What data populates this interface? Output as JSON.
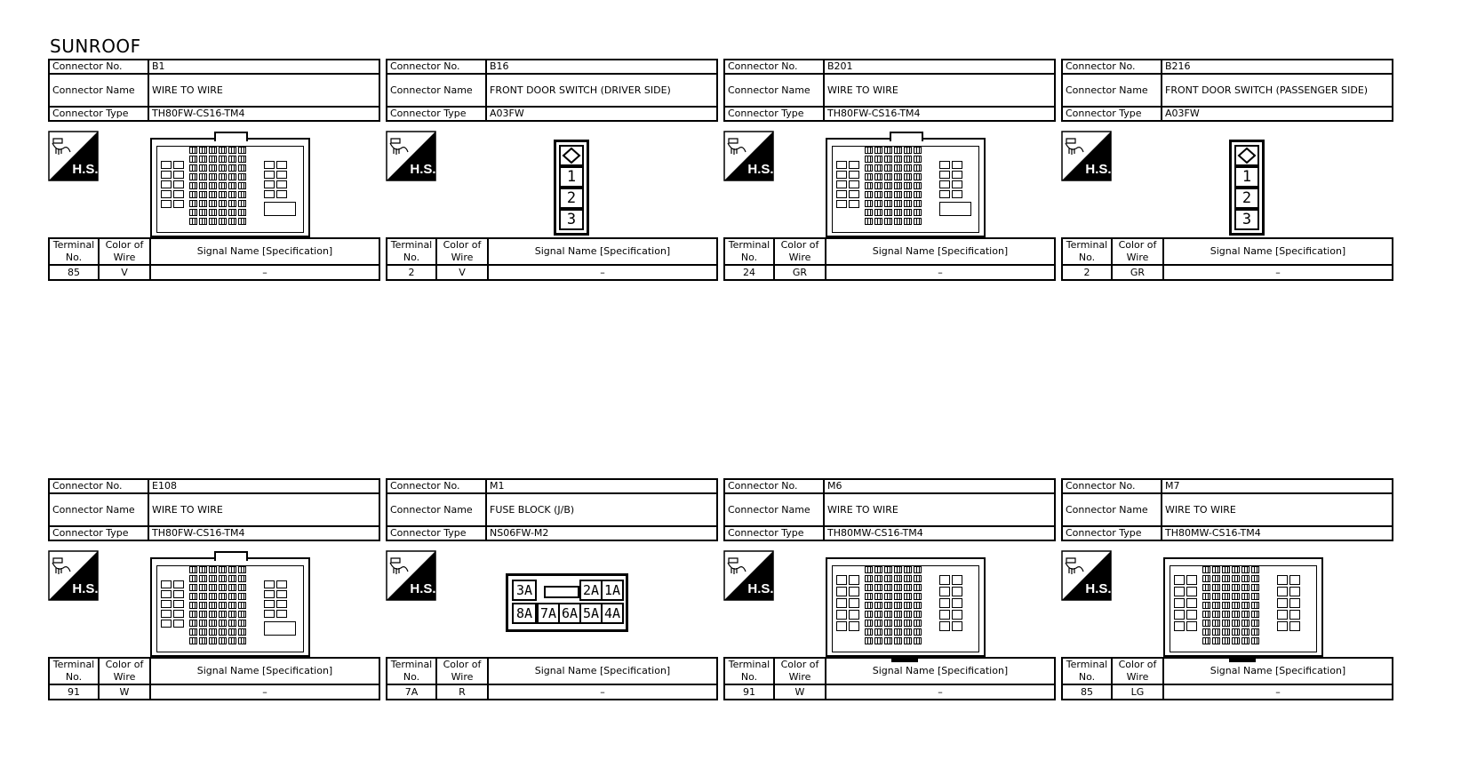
{
  "page": {
    "title": "SUNROOF"
  },
  "labels": {
    "connector_no": "Connector No.",
    "connector_name": "Connector Name",
    "connector_type": "Connector Type",
    "terminal_no": "Terminal No.",
    "color_of_wire": "Color of Wire",
    "signal_name": "Signal Name [Specification]",
    "hs_icon": "H.S."
  },
  "connectors": [
    {
      "no": "B1",
      "name": "WIRE TO WIRE",
      "type": "TH80FW-CS16-TM4",
      "diagram": "big-female",
      "terminal": {
        "no": "85",
        "color": "V",
        "signal": "–"
      }
    },
    {
      "no": "B16",
      "name": "FRONT DOOR SWITCH (DRIVER SIDE)",
      "type": "A03FW",
      "diagram": "slim-3",
      "terminal": {
        "no": "2",
        "color": "V",
        "signal": "–"
      }
    },
    {
      "no": "B201",
      "name": "WIRE TO WIRE",
      "type": "TH80FW-CS16-TM4",
      "diagram": "big-female",
      "terminal": {
        "no": "24",
        "color": "GR",
        "signal": "–"
      }
    },
    {
      "no": "B216",
      "name": "FRONT DOOR SWITCH (PASSENGER SIDE)",
      "type": "A03FW",
      "diagram": "slim-3",
      "terminal": {
        "no": "2",
        "color": "GR",
        "signal": "–"
      }
    },
    {
      "no": "E108",
      "name": "WIRE TO WIRE",
      "type": "TH80FW-CS16-TM4",
      "diagram": "big-female",
      "terminal": {
        "no": "91",
        "color": "W",
        "signal": "–"
      }
    },
    {
      "no": "M1",
      "name": "FUSE BLOCK (J/B)",
      "type": "NS06FW-M2",
      "diagram": "fuse-6",
      "terminal": {
        "no": "7A",
        "color": "R",
        "signal": "–"
      }
    },
    {
      "no": "M6",
      "name": "WIRE TO WIRE",
      "type": "TH80MW-CS16-TM4",
      "diagram": "big-male",
      "terminal": {
        "no": "91",
        "color": "W",
        "signal": "–"
      }
    },
    {
      "no": "M7",
      "name": "WIRE TO WIRE",
      "type": "TH80MW-CS16-TM4",
      "diagram": "big-male",
      "terminal": {
        "no": "85",
        "color": "LG",
        "signal": "–"
      }
    }
  ],
  "slim_pins": [
    "1",
    "2",
    "3"
  ],
  "fuse_pins": {
    "top": [
      "3A",
      "2A",
      "1A"
    ],
    "bottom": [
      "8A",
      "7A",
      "6A",
      "5A",
      "4A"
    ]
  }
}
